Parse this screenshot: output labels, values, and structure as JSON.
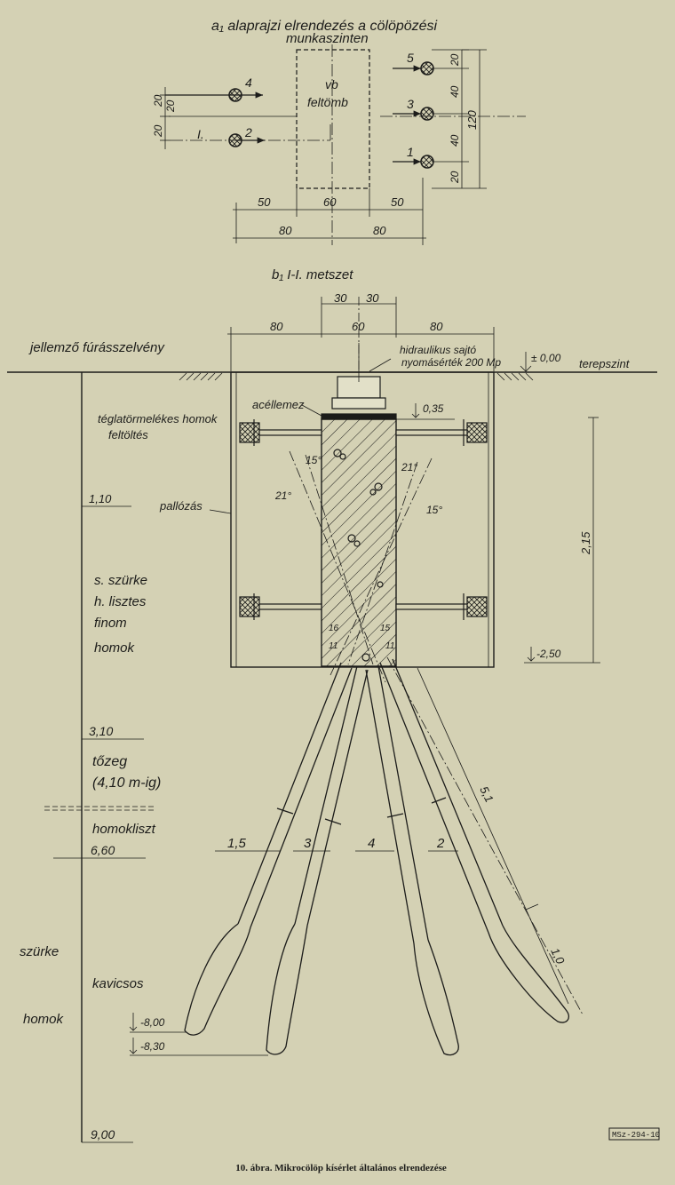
{
  "plan": {
    "title_line1": "a₁ alaprajzi elrendezés a cölöpözési",
    "title_line2": "munkaszinten",
    "block_label_1": "vb",
    "block_label_2": "feltömb",
    "section_mark": "I.",
    "piles": [
      "1",
      "2",
      "3",
      "4",
      "5"
    ],
    "dim_left": [
      "20",
      "20",
      "20"
    ],
    "dim_right": [
      "20",
      "40",
      "40",
      "20"
    ],
    "dim_right_total": "120",
    "dim_bottom_row1": [
      "50",
      "60",
      "50"
    ],
    "dim_bottom_row2": [
      "80",
      "80"
    ]
  },
  "section": {
    "title": "b₁ I-I. metszet",
    "dim_top_row1": [
      "30",
      "30"
    ],
    "dim_top_row2": [
      "80",
      "60",
      "80"
    ],
    "profile_title": "jellemző fúrásszelvény",
    "jack_label_1": "hidraulikus sajtó",
    "jack_label_2": "nyomásérték 200 Mp",
    "level_zero": "± 0,00",
    "ground_label": "terepszint",
    "plate_label": "acéllemez",
    "level_035": "0,35",
    "level_250": "-2,50",
    "dim_215": "2,15",
    "planking_label": "pallózás",
    "angles": [
      "15°",
      "21°",
      "21°",
      "15°"
    ],
    "small_marks": [
      "16",
      "15",
      "11",
      "11"
    ],
    "dim_51": "5,1",
    "dim_10": "1,0",
    "pile_numbers": [
      "1,5",
      "3",
      "4",
      "2"
    ],
    "level_800": "-8,00",
    "level_830": "-8,30"
  },
  "soil_profile": {
    "layers": [
      {
        "text": "téglatörmelékes homok",
        "text2": "feltöltés"
      },
      {
        "depth": "1,10"
      },
      {
        "text": "s. szürke",
        "text2": "h. lisztes",
        "text3": "finom",
        "text4": "homok"
      },
      {
        "depth": "3,10"
      },
      {
        "text": "tőzeg",
        "text2": "(4,10 m-ig)"
      },
      {
        "text": "homokliszt"
      },
      {
        "depth": "6,60"
      },
      {
        "text": "szürke",
        "text2": "kavicsos",
        "text3": "homok"
      },
      {
        "depth": "9,00"
      }
    ]
  },
  "figure": {
    "stamp": "MSz-294-10",
    "caption": "10. ábra. Mikrocölöp kísérlet általános elrendezése"
  },
  "colors": {
    "paper": "#d4d1b4",
    "ink": "#1c1c1a"
  }
}
